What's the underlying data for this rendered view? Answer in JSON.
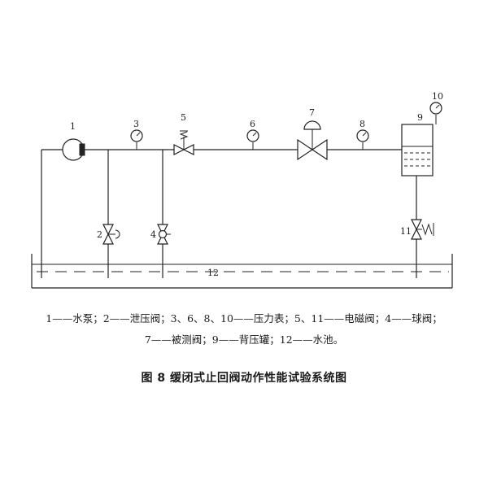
{
  "diagram": {
    "labels": {
      "pump": "1",
      "relief_valve": "2",
      "gauge_3": "3",
      "ball_valve": "4",
      "solenoid_valve_5": "5",
      "gauge_6": "6",
      "tested_valve": "7",
      "gauge_8": "8",
      "back_pressure_tank": "9",
      "gauge_10": "10",
      "solenoid_valve_11": "11",
      "water_pool": "12"
    }
  },
  "legend": {
    "line1": "1——水泵；2——泄压阀；3、6、8、10——压力表；5、11——电磁阀；4——球阀；",
    "line2": "7——被测阀；9——背压罐；12——水池。"
  },
  "figure": {
    "title": "图 8   缓闭式止回阀动作性能试验系统图"
  }
}
